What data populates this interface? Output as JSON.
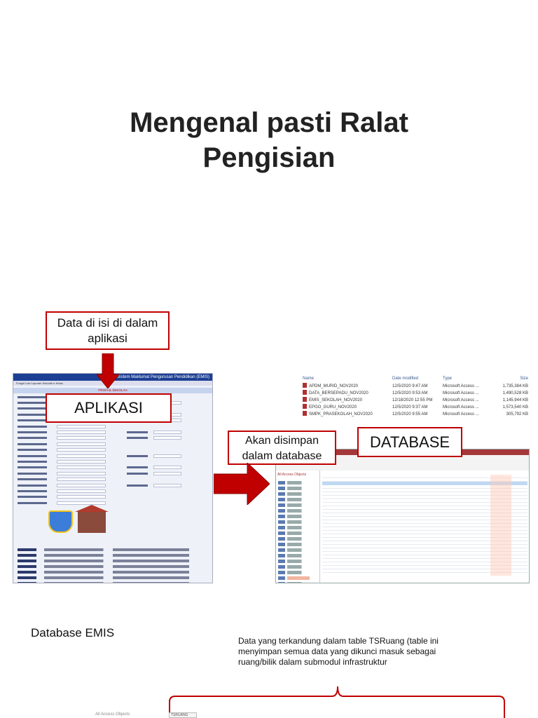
{
  "slide": {
    "title_line1": "Mengenal pasti Ralat",
    "title_line2": "Pengisian"
  },
  "callouts": {
    "app_note": "Data di isi di dalam aplikasi",
    "app_label": "APLIKASI",
    "db_note": "Akan disimpan dalam database",
    "db_label": "DATABASE"
  },
  "app_screenshot": {
    "header": "Sistem Maklumat Pengurusan Pendidikan (EMIS)",
    "tabs": "Fungsi Lain   Laporan Sekolah   e-Kelas",
    "section": "PROFAIL SEKOLAH"
  },
  "file_list": {
    "headers": {
      "name": "Name",
      "modified": "Date modified",
      "type": "Type",
      "size": "Size"
    },
    "files": [
      {
        "name": "APDM_MURID_NOV2020",
        "modified": "12/5/2020 9:47 AM",
        "type": "Microsoft Access ...",
        "size": "1,735,384 KB"
      },
      {
        "name": "DATA_BERSEPADU_NOV2020",
        "modified": "12/5/2020 9:53 AM",
        "type": "Microsoft Access ...",
        "size": "1,490,528 KB"
      },
      {
        "name": "EMIS_SEKOLAH_NOV2020",
        "modified": "12/18/2020 12:55 PM",
        "type": "Microsoft Access ...",
        "size": "1,145,944 KB"
      },
      {
        "name": "EPGO_GURU_NOV2020",
        "modified": "12/5/2020 9:37 AM",
        "type": "Microsoft Access ...",
        "size": "1,573,540 KB"
      },
      {
        "name": "SMPK_PRASEKOLAH_NOV2020",
        "modified": "12/5/2020 9:55 AM",
        "type": "Microsoft Access ...",
        "size": "305,792 KB"
      }
    ]
  },
  "db_screenshot": {
    "nav_title": "All Access Objects"
  },
  "section": {
    "subtitle": "Database EMIS",
    "note": "Data yang terkandung dalam table TSRuang (table ini menyimpan semua data yang dikunci masuk sebagai ruang/bilik dalam submodul infrastruktur"
  },
  "bottom": {
    "nav_title": "All Access Objects",
    "tab": "TSRUANG"
  },
  "colors": {
    "accent_red": "#c00000",
    "app_blue": "#1c3f94",
    "access_red": "#a4373a"
  }
}
